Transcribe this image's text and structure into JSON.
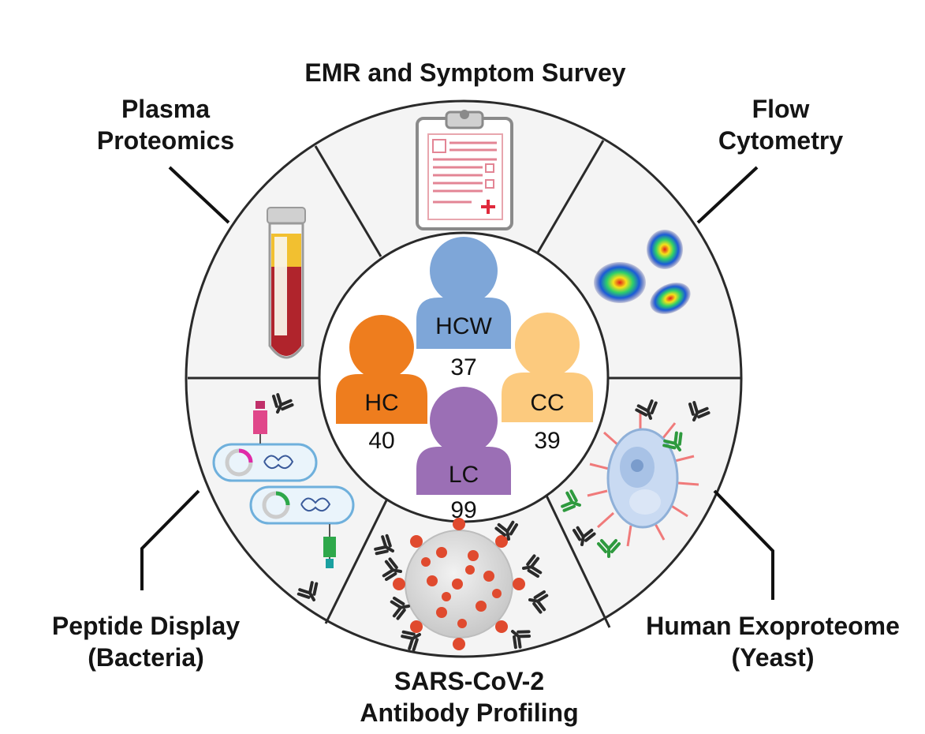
{
  "methods": {
    "emr": {
      "line1": "EMR and Symptom Survey"
    },
    "plasma": {
      "line1": "Plasma",
      "line2": "Proteomics"
    },
    "flow": {
      "line1": "Flow",
      "line2": "Cytometry"
    },
    "peptide": {
      "line1": "Peptide Display",
      "line2": "(Bacteria)"
    },
    "sars": {
      "line1": "SARS-CoV-2",
      "line2": "Antibody Profiling"
    },
    "exo": {
      "line1": "Human Exoproteome",
      "line2": "(Yeast)"
    }
  },
  "cohorts": [
    {
      "label": "HCW",
      "count": "37",
      "color": "#7ea6d8"
    },
    {
      "label": "HC",
      "count": "40",
      "color": "#ee7d1e"
    },
    {
      "label": "CC",
      "count": "39",
      "color": "#fcca7e"
    },
    {
      "label": "LC",
      "count": "99",
      "color": "#9b6fb5"
    }
  ],
  "icons": [
    "clipboard-icon",
    "blood-tube-icon",
    "flow-plot-icon",
    "bacteria-icon",
    "virus-icon",
    "yeast-cell-icon",
    "antibody-icon"
  ]
}
